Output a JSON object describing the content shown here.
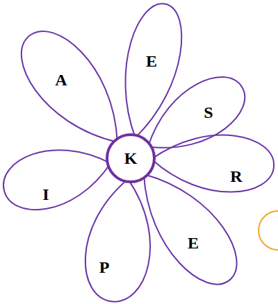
{
  "diagram": {
    "nodes": [
      {
        "text": [
          "A"
        ]
      },
      {
        "text": [
          "E"
        ]
      },
      {
        "text": [
          "S"
        ]
      },
      {
        "text": [
          "K"
        ]
      },
      {
        "text": [
          "R"
        ]
      },
      {
        "text": [
          "I"
        ]
      },
      {
        "text": [
          "E"
        ]
      },
      {
        "text": [
          "P"
        ]
      }
    ]
  }
}
